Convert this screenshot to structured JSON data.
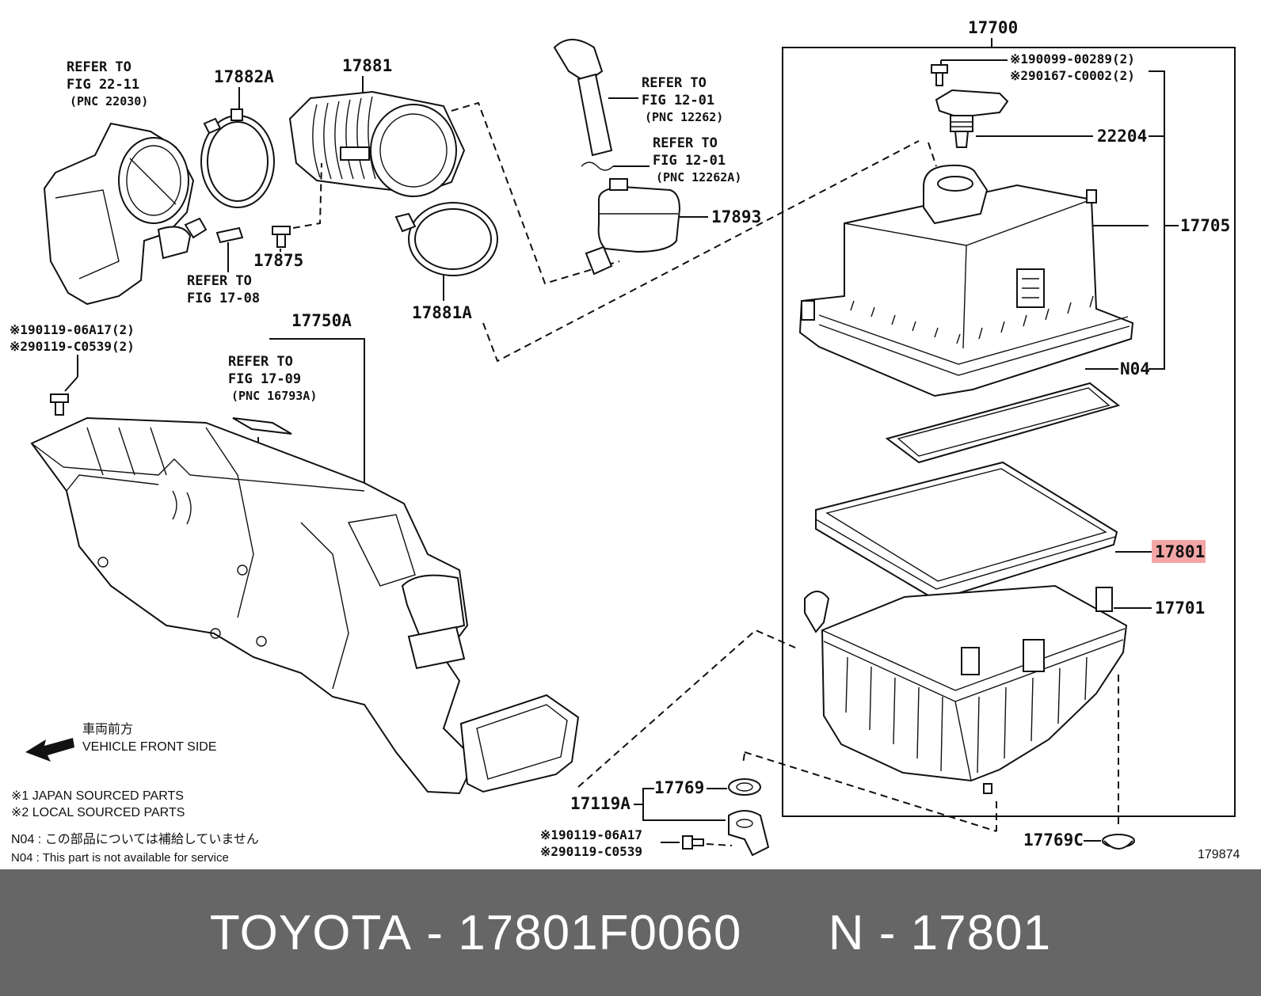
{
  "labels": {
    "p17700": "17700",
    "p17705": "17705",
    "p22204": "22204",
    "pN04": "N04",
    "p17801": "17801",
    "p17701": "17701",
    "p17769": "17769",
    "p17119A": "17119A",
    "p17769C": "17769C",
    "p17881": "17881",
    "p17882A": "17882A",
    "p17881A": "17881A",
    "p17875": "17875",
    "p17893": "17893",
    "p17750A": "17750A",
    "fig_no": "179874"
  },
  "refs": {
    "r22_1": "REFER TO",
    "r22_2": "FIG 22-11",
    "r22_3": "(PNC 22030)",
    "r12a_1": "REFER TO",
    "r12a_2": "FIG 12-01",
    "r12a_3": "(PNC 12262)",
    "r12b_1": "REFER TO",
    "r12b_2": "FIG 12-01",
    "r12b_3": "(PNC 12262A)",
    "r17_08_1": "REFER TO",
    "r17_08_2": "FIG 17-08",
    "r17_09_1": "REFER TO",
    "r17_09_2": "FIG 17-09",
    "r17_09_3": "(PNC 16793A)"
  },
  "bolts": {
    "top1": "※190099-00289(2)",
    "top2": "※290167-C0002(2)",
    "left1": "※190119-06A17(2)",
    "left2": "※290119-C0539(2)",
    "bot1": "※190119-06A17",
    "bot2": "※290119-C0539"
  },
  "legend": {
    "front_jp": "車両前方",
    "front_en": "VEHICLE FRONT SIDE",
    "src1": "※1  JAPAN SOURCED PARTS",
    "src2": "※2  LOCAL SOURCED PARTS",
    "n04_jp": "N04 : この部品については補給していません",
    "n04_en": "N04 : This part is not available for service"
  },
  "highlight_color": "#f4a6a6",
  "footer": {
    "brand": "TOYOTA",
    "part_no": "17801F0060",
    "short_prefix": "N",
    "short_no": "17801"
  }
}
